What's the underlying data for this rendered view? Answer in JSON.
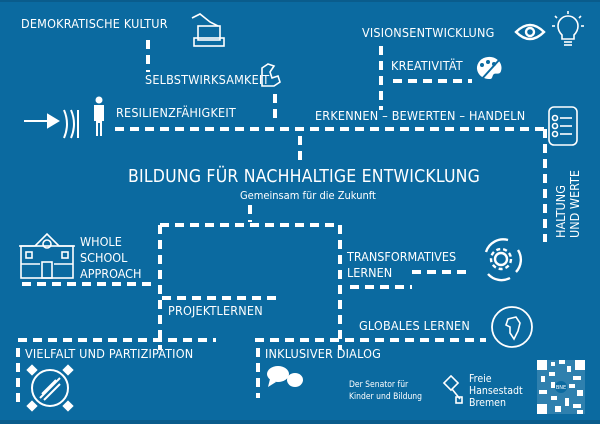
{
  "colors": {
    "background": "#0b6aa0",
    "foreground": "#ffffff"
  },
  "title": "BILDUNG FÜR NACHHALTIGE ENTWICKLUNG",
  "subtitle": "Gemeinsam für die Zukunft",
  "topics": {
    "demokratische_kultur": "DEMOKRATISCHE KULTUR",
    "selbstwirksamkeit": "SELBSTWIRKSAMKEIT",
    "resilienz": "RESILIENZFÄHIGKEIT",
    "visionsentwicklung": "VISIONSENTWICKLUNG",
    "kreativitaet": "KREATIVITÄT",
    "erkennen": "ERKENNEN – BEWERTEN – HANDELN",
    "haltung": "HALTUNG",
    "werte": "UND WERTE",
    "whole1": "WHOLE",
    "whole2": "SCHOOL",
    "whole3": "APPROACH",
    "transformatives1": "TRANSFORMATIVES",
    "transformatives2": "LERNEN",
    "projektlernen": "PROJEKTLERNEN",
    "globales": "GLOBALES LERNEN",
    "vielfalt": "VIELFALT UND PARTIZIPATION",
    "inklusiver": "INKLUSIVER DIALOG"
  },
  "footer": {
    "senator1": "Der Senator für",
    "senator2": "Kinder und Bildung",
    "bremen1": "Freie",
    "bremen2": "Hansestadt",
    "bremen3": "Bremen",
    "qr_badge": "BNE"
  },
  "icons": [
    "ballot-box-icon",
    "flexed-arm-icon",
    "eye-icon",
    "lightbulb-icon",
    "palette-icon",
    "arrow-right-icon",
    "sound-waves-icon",
    "person-icon",
    "checklist-icon",
    "school-building-icon",
    "gear-cycle-icon",
    "globe-icon",
    "hands-together-icon",
    "speech-bubbles-icon",
    "bremen-key-icon",
    "qr-code-icon"
  ]
}
